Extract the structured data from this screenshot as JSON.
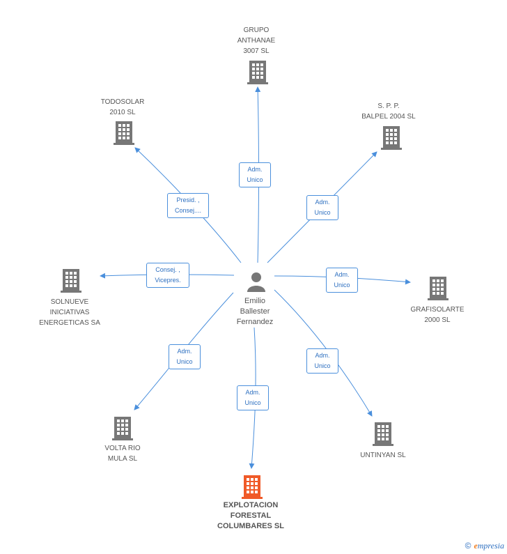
{
  "diagram": {
    "center": {
      "label": "Emilio\nBallester\nFernandez",
      "icon": "person-icon"
    },
    "nodes": [
      {
        "id": "grupo-anthanae",
        "label": "GRUPO\nANTHANAE\n3007 SL",
        "relation": "Adm.\nUnico",
        "icon": "building-icon",
        "color": "#777777"
      },
      {
        "id": "spp-balpel",
        "label": "S.  P.  P.\nBALPEL 2004 SL",
        "relation": "Adm.\nUnico",
        "icon": "building-icon",
        "color": "#777777"
      },
      {
        "id": "grafisolarte",
        "label": "GRAFISOLARTE\n2000 SL",
        "relation": "Adm.\nUnico",
        "icon": "building-icon",
        "color": "#777777"
      },
      {
        "id": "untinyan",
        "label": "UNTINYAN SL",
        "relation": "Adm.\nUnico",
        "icon": "building-icon",
        "color": "#777777"
      },
      {
        "id": "explotacion-forestal",
        "label": "EXPLOTACION\nFORESTAL\nCOLUMBARES SL",
        "relation": "Adm.\nUnico",
        "icon": "building-icon",
        "color": "#f05a28",
        "highlight": true
      },
      {
        "id": "volta-rio",
        "label": "VOLTA RIO\nMULA SL",
        "relation": "Adm.\nUnico",
        "icon": "building-icon",
        "color": "#777777"
      },
      {
        "id": "solnueve",
        "label": "SOLNUEVE\nINICIATIVAS\nENERGETICAS SA",
        "relation": "Consej. ,\nVicepres.",
        "icon": "building-icon",
        "color": "#777777"
      },
      {
        "id": "todosolar",
        "label": "TODOSOLAR\n2010 SL",
        "relation": "Presid. ,\nConsej....",
        "icon": "building-icon",
        "color": "#777777"
      }
    ],
    "edge_color": "#4a8fdc"
  },
  "footer": {
    "copyright": "©",
    "brand_first": "e",
    "brand_rest": "mpresia"
  }
}
